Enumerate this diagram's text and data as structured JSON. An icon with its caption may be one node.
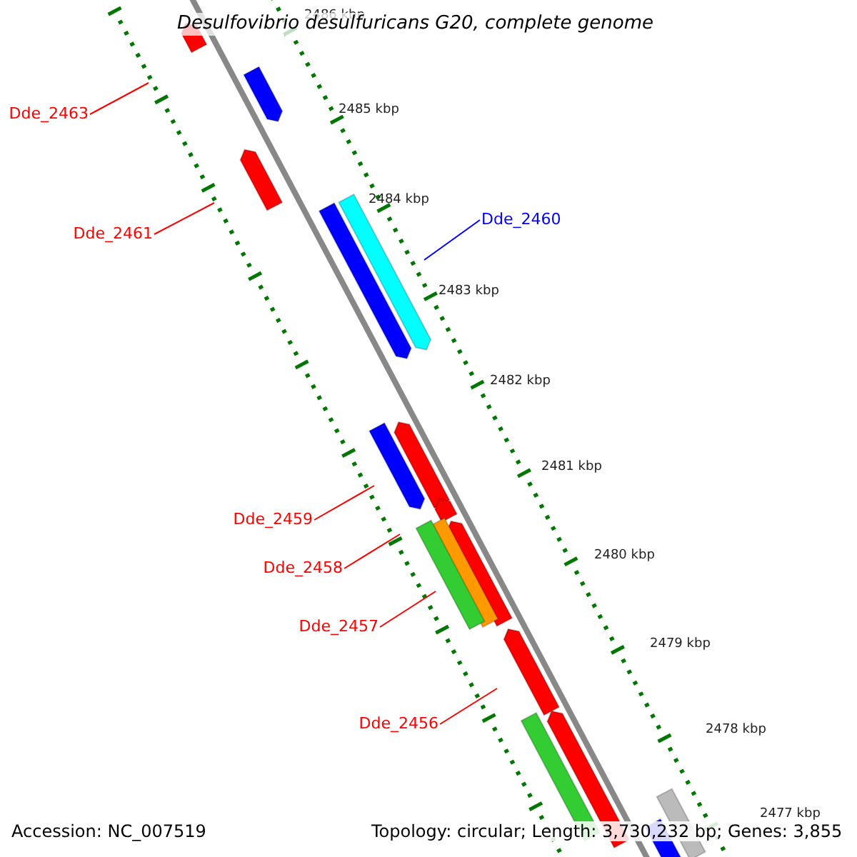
{
  "diagram": {
    "title": "Desulfovibrio desulfuricans G20, complete genome",
    "nodes": [
      {
        "text": [
          "Dde_2463"
        ]
      },
      {
        "text": [
          "Dde_2461"
        ]
      },
      {
        "text": [
          "Dde_2460"
        ]
      },
      {
        "text": [
          "Dde_2459"
        ]
      },
      {
        "text": [
          "Dde_2458"
        ]
      },
      {
        "text": [
          "Dde_2457"
        ]
      },
      {
        "text": [
          "Dde_2456"
        ]
      }
    ],
    "edges": [
      {
        "from": 0,
        "to": null,
        "arrow": "none"
      },
      {
        "from": 1,
        "to": null,
        "arrow": "none"
      },
      {
        "from": 2,
        "to": null,
        "arrow": "none",
        "color": "#0000ff"
      },
      {
        "from": 3,
        "to": null,
        "arrow": "none"
      },
      {
        "from": 4,
        "to": null,
        "arrow": "none"
      },
      {
        "from": 5,
        "to": null,
        "arrow": "none"
      },
      {
        "from": 6,
        "to": null,
        "arrow": "none"
      }
    ],
    "labels": [
      "2486 kbp",
      "2485 kbp",
      "2484 kbp",
      "2483 kbp",
      "2482 kbp",
      "2481 kbp",
      "2480 kbp",
      "2479 kbp",
      "2478 kbp",
      "2477 kbp",
      "Accession: NC_007519",
      "Topology: circular; Length: 3,730,232 bp; Genes: 3,855"
    ]
  }
}
